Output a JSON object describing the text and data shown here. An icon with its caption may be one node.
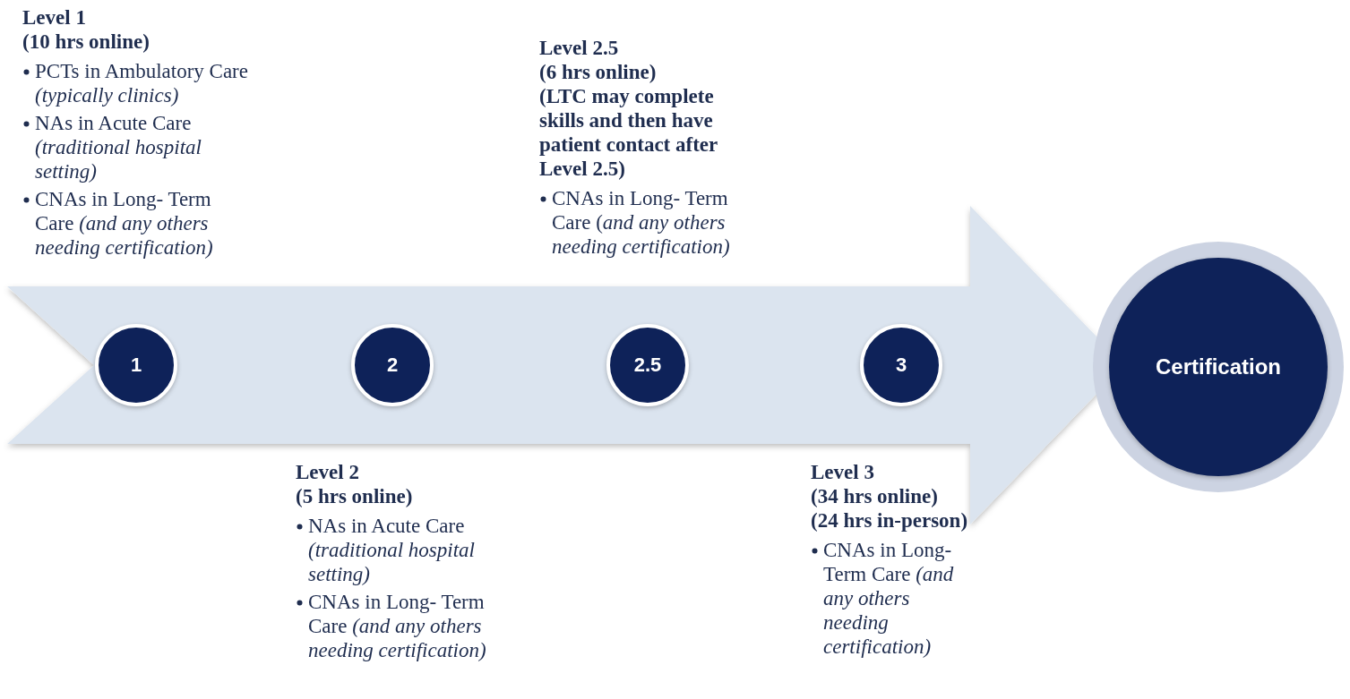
{
  "diagram": {
    "nodes": [
      {
        "text": [],
        "shape": "arrow"
      },
      {
        "text": [
          "1"
        ],
        "in": 0,
        "beside": [
          "Level 1",
          "(10 hrs online)",
          "PCTs in Ambulatory Care *(typically clinics)*",
          "NAs in Acute Care *(traditional hospital setting)*",
          "CNAs in Long- Term Care *(and any others needing certification)*"
        ]
      },
      {
        "text": [
          "2"
        ],
        "in": 0,
        "beside": [
          "Level 2",
          "(5 hrs online)",
          "NAs in Acute Care *(traditional hospital setting)*",
          "CNAs in Long- Term Care *(and any others needing certification)*"
        ]
      },
      {
        "text": [
          "2.5"
        ],
        "in": 0,
        "beside": [
          "Level 2.5",
          "(6 hrs online)",
          "(LTC may complete skills and then have patient contact after Level 2.5)",
          "CNAs in Long- Term Care (*and any others needing certification)*"
        ]
      },
      {
        "text": [
          "3"
        ],
        "in": 0,
        "beside": [
          "Level 3",
          "(34 hrs online)",
          "(24 hrs in-person)",
          "CNAs in Long- Term Care *(and any others needing certification)*"
        ]
      },
      {
        "text": [
          "Certification"
        ]
      }
    ]
  }
}
